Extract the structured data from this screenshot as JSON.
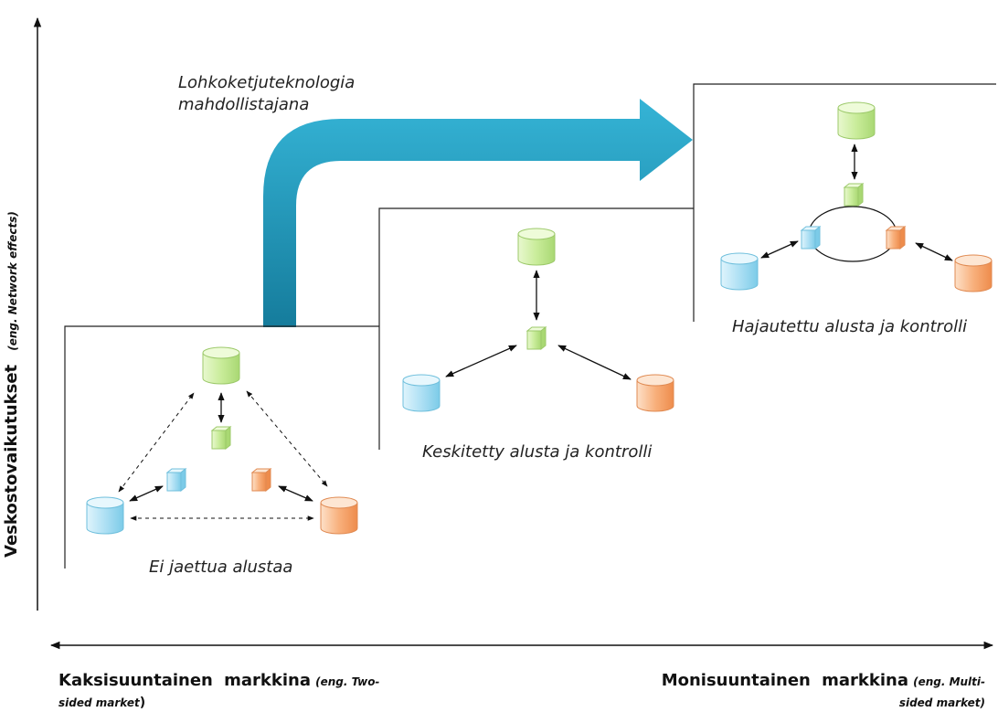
{
  "arrow_label": {
    "line1": "Lohkoketjuteknologia",
    "line2": "mahdollistajana"
  },
  "panels": {
    "left": "Ei jaettua alustaa",
    "middle": "Keskitetty alusta ja kontrolli",
    "right": "Hajautettu alusta ja kontrolli"
  },
  "y_axis": {
    "main": "Veskostovaikutukset",
    "sub": "(eng. Network effects)"
  },
  "x_axis": {
    "left_main": "Kaksisuuntainen  markkina",
    "left_sub_1": "(eng. Two-",
    "left_sub_2": "sided market",
    "left_paren": ")",
    "right_main": "Monisuuntainen  markkina",
    "right_sub_1": "(eng. Multi-",
    "right_sub_2": "sided market)"
  },
  "colors": {
    "green": "#c9ec9a",
    "blue": "#aee0f4",
    "orange": "#f8b07c",
    "arrow": "#2196b8"
  }
}
